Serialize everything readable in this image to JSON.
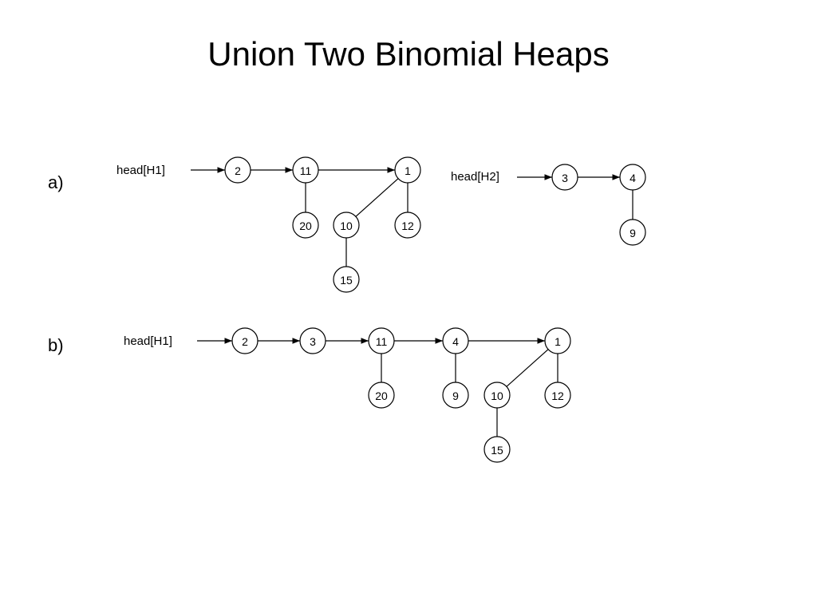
{
  "title": "Union Two Binomial Heaps",
  "parts": [
    {
      "id": "a",
      "label": "a)",
      "heaps": [
        {
          "id": "h1",
          "head_label": "head[H1]",
          "nodes": [
            {
              "id": "a1-2",
              "key": "2"
            },
            {
              "id": "a1-11",
              "key": "11"
            },
            {
              "id": "a1-20",
              "key": "20"
            },
            {
              "id": "a1-1",
              "key": "1"
            },
            {
              "id": "a1-10",
              "key": "10"
            },
            {
              "id": "a1-12",
              "key": "12"
            },
            {
              "id": "a1-15",
              "key": "15"
            }
          ],
          "root_list": [
            "a1-2",
            "a1-11",
            "a1-1"
          ],
          "tree_edges": [
            [
              "a1-11",
              "a1-20"
            ],
            [
              "a1-1",
              "a1-10"
            ],
            [
              "a1-1",
              "a1-12"
            ],
            [
              "a1-10",
              "a1-15"
            ]
          ]
        },
        {
          "id": "h2",
          "head_label": "head[H2]",
          "nodes": [
            {
              "id": "a2-3",
              "key": "3"
            },
            {
              "id": "a2-4",
              "key": "4"
            },
            {
              "id": "a2-9",
              "key": "9"
            }
          ],
          "root_list": [
            "a2-3",
            "a2-4"
          ],
          "tree_edges": [
            [
              "a2-4",
              "a2-9"
            ]
          ]
        }
      ]
    },
    {
      "id": "b",
      "label": "b)",
      "heaps": [
        {
          "id": "h1",
          "head_label": "head[H1]",
          "nodes": [
            {
              "id": "b-2",
              "key": "2"
            },
            {
              "id": "b-3",
              "key": "3"
            },
            {
              "id": "b-11",
              "key": "11"
            },
            {
              "id": "b-20",
              "key": "20"
            },
            {
              "id": "b-4",
              "key": "4"
            },
            {
              "id": "b-9",
              "key": "9"
            },
            {
              "id": "b-1",
              "key": "1"
            },
            {
              "id": "b-10",
              "key": "10"
            },
            {
              "id": "b-12",
              "key": "12"
            },
            {
              "id": "b-15",
              "key": "15"
            }
          ],
          "root_list": [
            "b-2",
            "b-3",
            "b-11",
            "b-4",
            "b-1"
          ],
          "tree_edges": [
            [
              "b-11",
              "b-20"
            ],
            [
              "b-4",
              "b-9"
            ],
            [
              "b-1",
              "b-10"
            ],
            [
              "b-1",
              "b-12"
            ],
            [
              "b-10",
              "b-15"
            ]
          ]
        }
      ]
    }
  ]
}
